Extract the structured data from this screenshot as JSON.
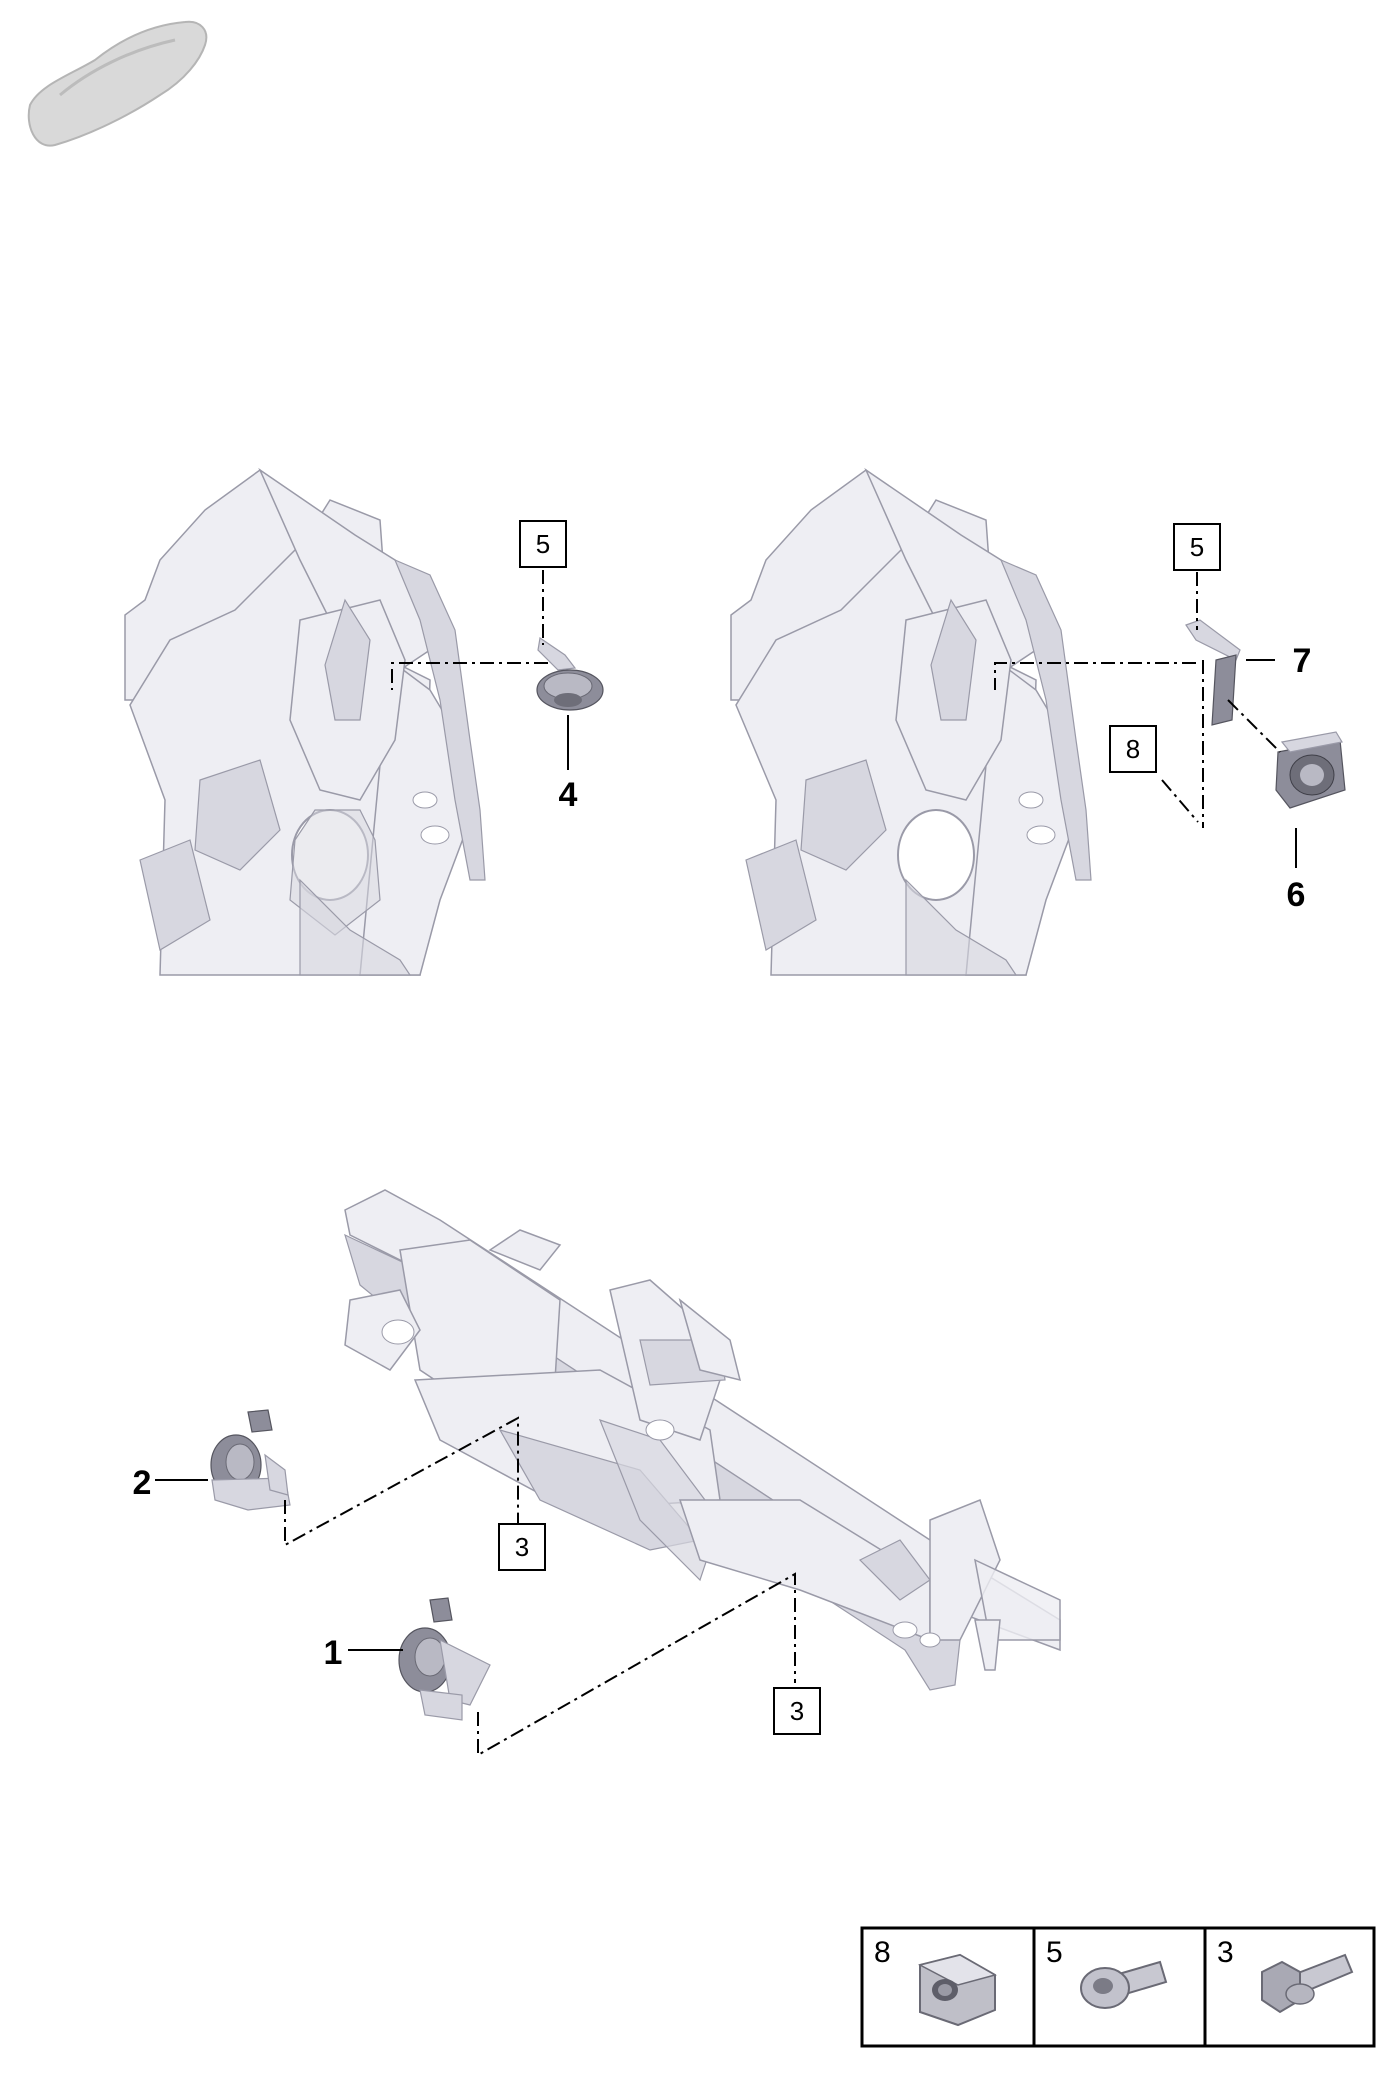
{
  "callouts": {
    "p1": "1",
    "p2": "2",
    "p3a": "3",
    "p3b": "3",
    "p4": "4",
    "p5a": "5",
    "p5b": "5",
    "p6": "6",
    "p7": "7",
    "p8": "8"
  },
  "legend": {
    "items": [
      {
        "number": "8",
        "icon": "hex-nut-icon"
      },
      {
        "number": "5",
        "icon": "torx-bolt-icon"
      },
      {
        "number": "3",
        "icon": "hex-bolt-icon"
      }
    ]
  },
  "icons": {
    "vehicle": "car-silhouette-icon"
  },
  "colors": {
    "part": "#eeeef3",
    "part_edge": "#9a9aa8",
    "component": "#8d8d9a",
    "line": "#000000"
  }
}
